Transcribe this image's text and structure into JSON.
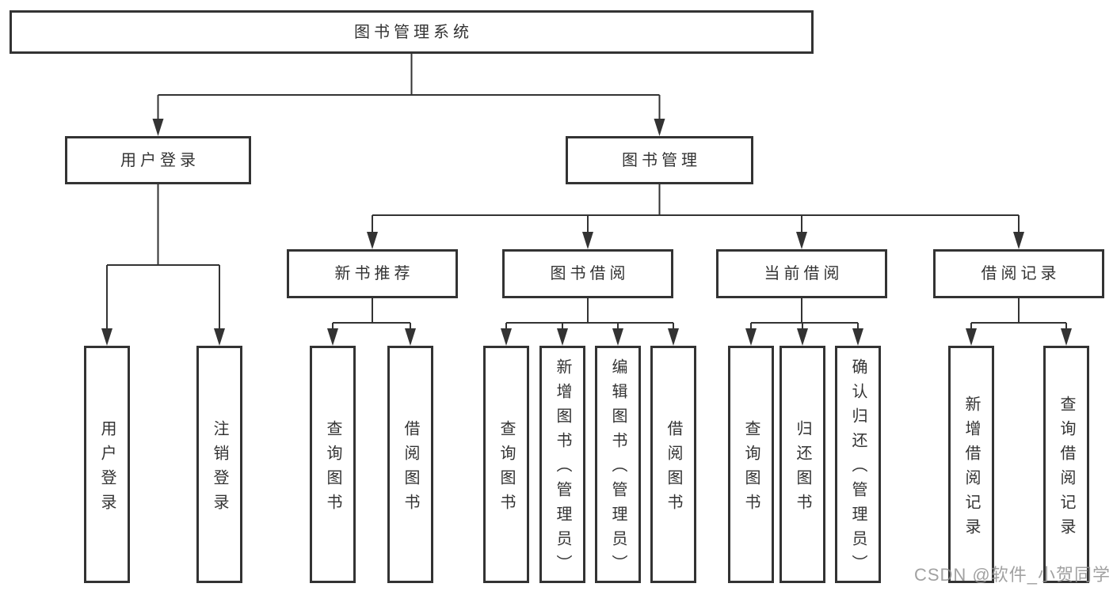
{
  "colors": {
    "line": "#333333",
    "box_border": "#333333",
    "box_background": "#ffffff",
    "text": "#333333",
    "watermark_gray": "#919191"
  },
  "watermark": {
    "text": "CSDN @软件_小贺同学"
  },
  "tree": {
    "label": "图书管理系统",
    "children": [
      {
        "label": "用户登录",
        "children": [
          {
            "label": "用户登录"
          },
          {
            "label": "注销登录"
          }
        ]
      },
      {
        "label": "图书管理",
        "children": [
          {
            "label": "新书推荐",
            "children": [
              {
                "label": "查询图书"
              },
              {
                "label": "借阅图书"
              }
            ]
          },
          {
            "label": "图书借阅",
            "children": [
              {
                "label": "查询图书"
              },
              {
                "label": "新增图书（管理员）"
              },
              {
                "label": "编辑图书（管理员）"
              },
              {
                "label": "借阅图书"
              }
            ]
          },
          {
            "label": "当前借阅",
            "children": [
              {
                "label": "查询图书"
              },
              {
                "label": "归还图书"
              },
              {
                "label": "确认归还（管理员）"
              }
            ]
          },
          {
            "label": "借阅记录",
            "children": [
              {
                "label": "新增借阅记录"
              },
              {
                "label": "查询借阅记录"
              }
            ]
          }
        ]
      }
    ]
  }
}
